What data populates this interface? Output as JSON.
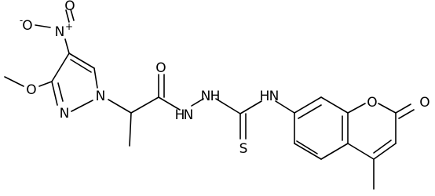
{
  "molecule": {
    "atoms": {
      "o_methoxy": "O",
      "o_nitro_top": "O",
      "o_nitro_charge": "-",
      "n_nitro": "N",
      "n_nitro_charge": "+",
      "n_pyrazole_1": "N",
      "n_pyrazole_2": "N",
      "o_amide": "O",
      "nh_hydrazide": "H",
      "n_hydrazide": "N",
      "nh_thiourea_left": "N",
      "h_thiourea_left": "H",
      "nh_thiourea_right": "N",
      "h_thiourea_right": "H",
      "s_thione": "S",
      "o_ring": "O",
      "o_carbonyl": "O"
    }
  }
}
